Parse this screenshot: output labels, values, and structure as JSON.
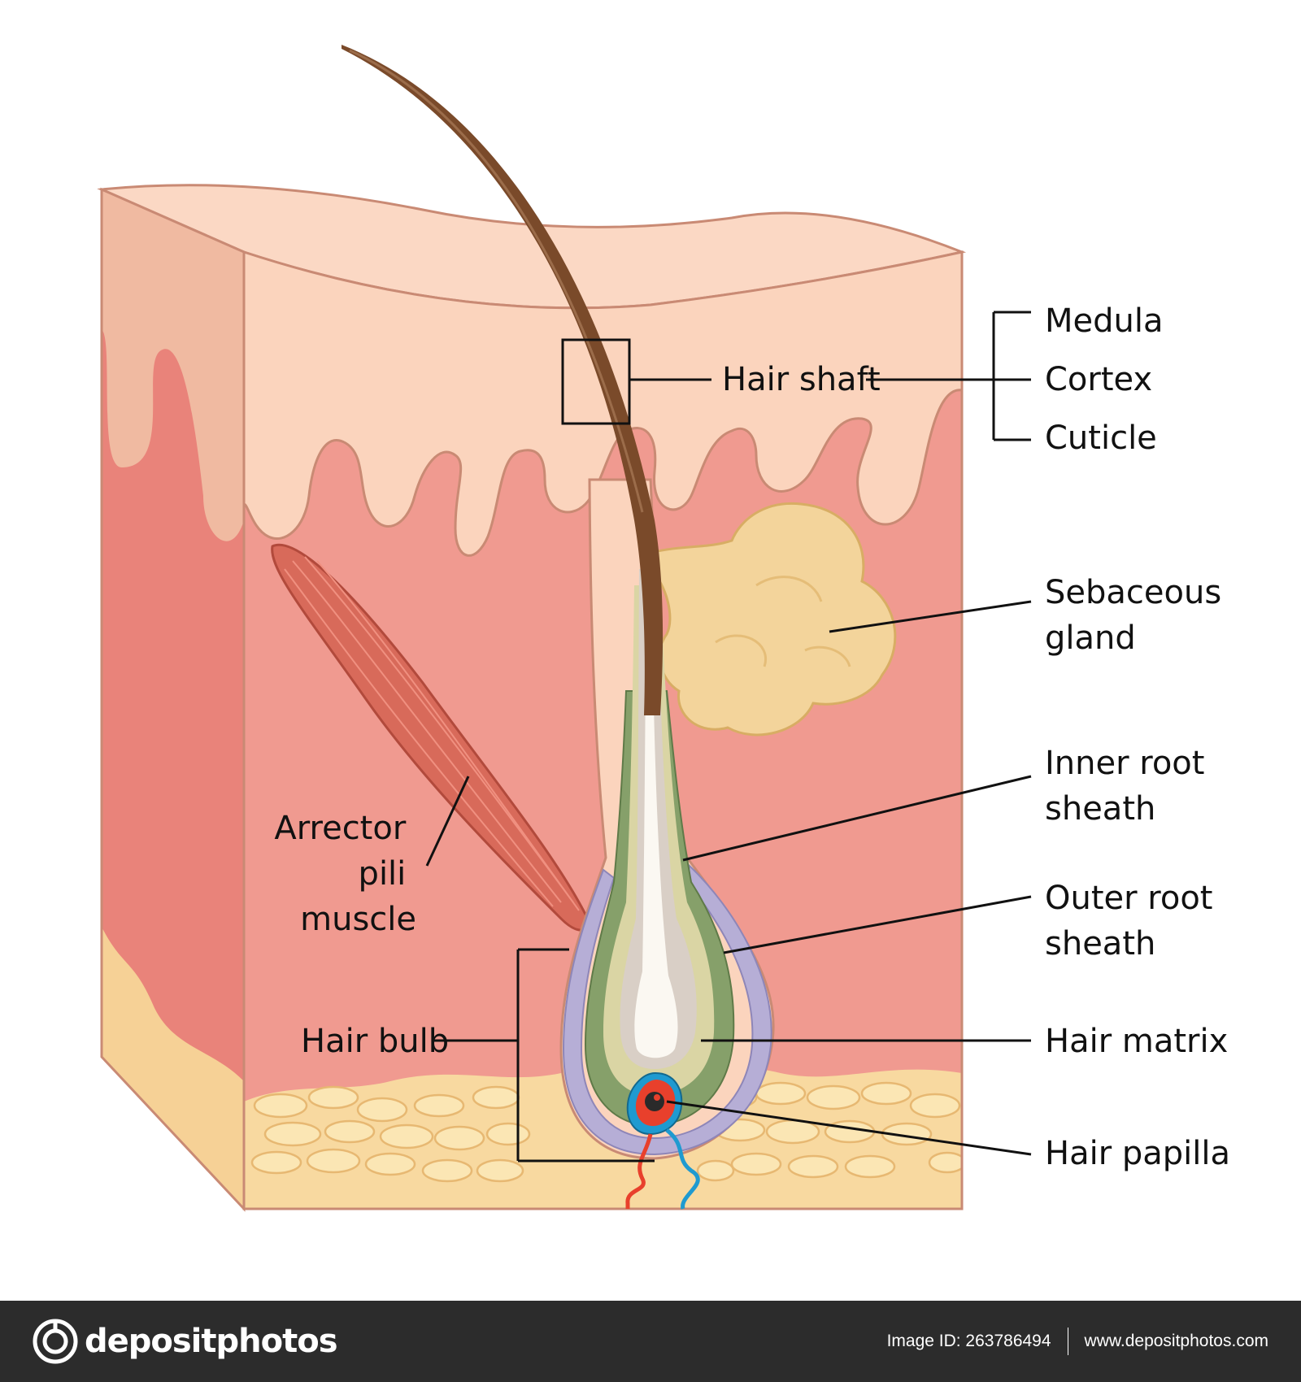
{
  "labels": {
    "hair_shaft": "Hair shaft",
    "medula": "Medula",
    "cortex": "Cortex",
    "cuticle": "Cuticle",
    "sebaceous_gland": [
      "Sebaceous",
      "gland"
    ],
    "inner_root_sheath": [
      "Inner root",
      "sheath"
    ],
    "outer_root_sheath": [
      "Outer root",
      "sheath"
    ],
    "hair_matrix": "Hair matrix",
    "hair_papilla": "Hair papilla",
    "arrector_pili_muscle": [
      "Arrector",
      "pili",
      "muscle"
    ],
    "hair_bulb": "Hair bulb"
  },
  "footer": {
    "brand": "depositphotos",
    "image_id": "Image ID: 263786494",
    "site": "www.depositphotos.com",
    "background": "#2c2c2c"
  },
  "colors": {
    "epidermis": "#fbd4bd",
    "dermis": "#f09a90",
    "dermis_side": "#e9837a",
    "fat": "#f8d9a0",
    "fat_cells": "#fbe6b4",
    "hair": "#7a4a2a",
    "sebaceous": "#f3d49b",
    "inner_sheath": "#86a06a",
    "outer_sheath": "#b6aed6",
    "muscle": "#d86a5a",
    "artery": "#e8402c",
    "vein": "#1f9ad0"
  },
  "icons": {
    "logo": "camera-aperture-icon"
  }
}
